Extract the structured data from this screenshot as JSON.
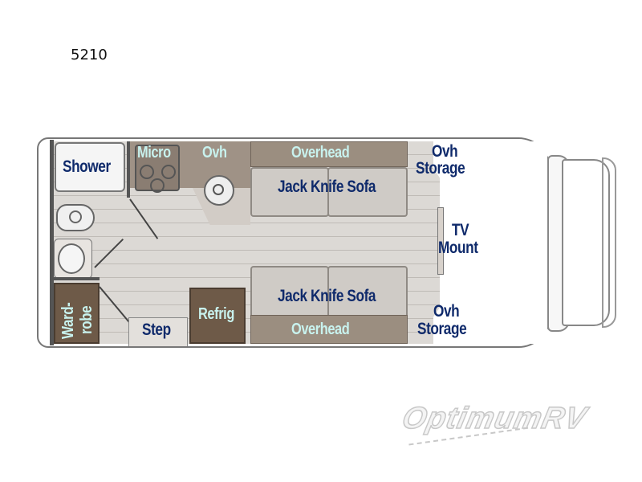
{
  "model": "5210",
  "floorplan": {
    "labels": {
      "shower": "Shower",
      "micro": "Micro",
      "ovh_galley": "Ovh",
      "overhead_top": "Overhead",
      "jack_knife_sofa_top": "Jack Knife Sofa",
      "ovh_storage_top_1": "Ovh",
      "ovh_storage_top_2": "Storage",
      "tv_1": "TV",
      "tv_2": "Mount",
      "wardrobe_1": "Ward-",
      "wardrobe_2": "robe",
      "step": "Step",
      "refrig": "Refrig",
      "jack_knife_sofa_bottom": "Jack Knife Sofa",
      "overhead_bottom": "Overhead",
      "ovh_storage_bottom_1": "Ovh",
      "ovh_storage_bottom_2": "Storage"
    }
  },
  "watermark": {
    "brand": "OptimumRV"
  },
  "colors": {
    "label_navy": "#0f2a6b",
    "label_mint": "#c8f2ee",
    "cabinet_brown": "#6e5a48",
    "floor_gray": "#dcd9d5"
  }
}
